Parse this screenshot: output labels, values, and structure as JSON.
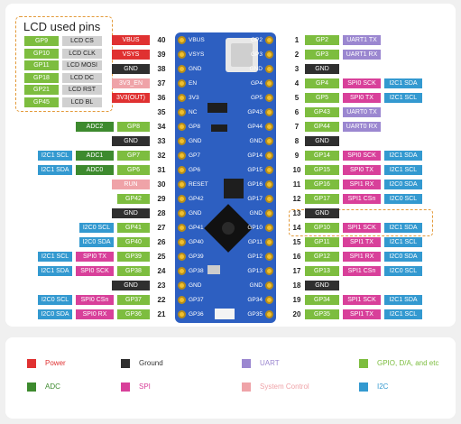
{
  "lcd_title": "LCD used pins",
  "lcd_pins": [
    {
      "gpio": "GP9",
      "func": "LCD CS"
    },
    {
      "gpio": "GP10",
      "func": "LCD CLK"
    },
    {
      "gpio": "GP11",
      "func": "LCD MOSI"
    },
    {
      "gpio": "GP18",
      "func": "LCD DC"
    },
    {
      "gpio": "GP21",
      "func": "LCD RST"
    },
    {
      "gpio": "GP45",
      "func": "LCD BL"
    }
  ],
  "left_pins": [
    {
      "num": "40",
      "name": "VBUS",
      "labels": [
        {
          "t": "VBUS",
          "c": "power"
        }
      ]
    },
    {
      "num": "39",
      "name": "VSYS",
      "labels": [
        {
          "t": "VSYS",
          "c": "power"
        }
      ]
    },
    {
      "num": "38",
      "name": "GND",
      "labels": [
        {
          "t": "GND",
          "c": "ground"
        }
      ]
    },
    {
      "num": "37",
      "name": "EN",
      "labels": [
        {
          "t": "3V3_EN",
          "c": "sys"
        }
      ]
    },
    {
      "num": "36",
      "name": "3V3",
      "labels": [
        {
          "t": "3V3(OUT)",
          "c": "power"
        }
      ]
    },
    {
      "num": "35",
      "name": "NC",
      "labels": []
    },
    {
      "num": "34",
      "name": "GP8",
      "labels": [
        {
          "t": "ADC2",
          "c": "adc"
        },
        {
          "t": "GP8",
          "c": "gpio"
        }
      ]
    },
    {
      "num": "33",
      "name": "GND",
      "labels": [
        {
          "t": "GND",
          "c": "ground"
        }
      ]
    },
    {
      "num": "32",
      "name": "GP7",
      "labels": [
        {
          "t": "I2C1 SCL",
          "c": "i2c"
        },
        {
          "t": "ADC1",
          "c": "adc"
        },
        {
          "t": "GP7",
          "c": "gpio"
        }
      ]
    },
    {
      "num": "31",
      "name": "GP6",
      "labels": [
        {
          "t": "I2C1 SDA",
          "c": "i2c"
        },
        {
          "t": "ADC0",
          "c": "adc"
        },
        {
          "t": "GP6",
          "c": "gpio"
        }
      ]
    },
    {
      "num": "30",
      "name": "RESET",
      "labels": [
        {
          "t": "RUN",
          "c": "sys"
        }
      ]
    },
    {
      "num": "29",
      "name": "GP42",
      "labels": [
        {
          "t": "GP42",
          "c": "gpio"
        }
      ]
    },
    {
      "num": "28",
      "name": "GND",
      "labels": [
        {
          "t": "GND",
          "c": "ground"
        }
      ]
    },
    {
      "num": "27",
      "name": "GP41",
      "labels": [
        {
          "t": "I2C0 SCL",
          "c": "i2c"
        },
        {
          "t": "GP41",
          "c": "gpio"
        }
      ]
    },
    {
      "num": "26",
      "name": "GP40",
      "labels": [
        {
          "t": "I2C0 SDA",
          "c": "i2c"
        },
        {
          "t": "GP40",
          "c": "gpio"
        }
      ]
    },
    {
      "num": "25",
      "name": "GP39",
      "labels": [
        {
          "t": "I2C1 SCL",
          "c": "i2c"
        },
        {
          "t": "SPI0 TX",
          "c": "spi"
        },
        {
          "t": "GP39",
          "c": "gpio"
        }
      ]
    },
    {
      "num": "24",
      "name": "GP38",
      "labels": [
        {
          "t": "I2C1 SDA",
          "c": "i2c"
        },
        {
          "t": "SPI0 SCK",
          "c": "spi"
        },
        {
          "t": "GP38",
          "c": "gpio"
        }
      ]
    },
    {
      "num": "23",
      "name": "GND",
      "labels": [
        {
          "t": "GND",
          "c": "ground"
        }
      ]
    },
    {
      "num": "22",
      "name": "GP37",
      "labels": [
        {
          "t": "I2C0 SCL",
          "c": "i2c"
        },
        {
          "t": "SPI0 CSn",
          "c": "spi"
        },
        {
          "t": "GP37",
          "c": "gpio"
        }
      ]
    },
    {
      "num": "21",
      "name": "GP36",
      "labels": [
        {
          "t": "I2C0 SDA",
          "c": "i2c"
        },
        {
          "t": "SPI0 RX",
          "c": "spi"
        },
        {
          "t": "GP36",
          "c": "gpio"
        }
      ]
    }
  ],
  "right_pins": [
    {
      "num": "1",
      "name": "GP2",
      "labels": [
        {
          "t": "GP2",
          "c": "gpio"
        },
        {
          "t": "UART1 TX",
          "c": "uart"
        }
      ]
    },
    {
      "num": "2",
      "name": "GP3",
      "labels": [
        {
          "t": "GP3",
          "c": "gpio"
        },
        {
          "t": "UART1 RX",
          "c": "uart"
        }
      ]
    },
    {
      "num": "3",
      "name": "GND",
      "labels": [
        {
          "t": "GND",
          "c": "ground"
        }
      ]
    },
    {
      "num": "4",
      "name": "GP4",
      "labels": [
        {
          "t": "GP4",
          "c": "gpio"
        },
        {
          "t": "SPI0 SCK",
          "c": "spi"
        },
        {
          "t": "I2C1 SDA",
          "c": "i2c"
        }
      ]
    },
    {
      "num": "5",
      "name": "GP5",
      "labels": [
        {
          "t": "GP5",
          "c": "gpio"
        },
        {
          "t": "SPI0 TX",
          "c": "spi"
        },
        {
          "t": "I2C1 SCL",
          "c": "i2c"
        }
      ]
    },
    {
      "num": "6",
      "name": "GP43",
      "labels": [
        {
          "t": "GP43",
          "c": "gpio"
        },
        {
          "t": "UART0 TX",
          "c": "uart"
        }
      ]
    },
    {
      "num": "7",
      "name": "GP44",
      "labels": [
        {
          "t": "GP44",
          "c": "gpio"
        },
        {
          "t": "UART0 RX",
          "c": "uart"
        }
      ]
    },
    {
      "num": "8",
      "name": "GND",
      "labels": [
        {
          "t": "GND",
          "c": "ground"
        }
      ]
    },
    {
      "num": "9",
      "name": "GP14",
      "labels": [
        {
          "t": "GP14",
          "c": "gpio"
        },
        {
          "t": "SPI0 SCK",
          "c": "spi"
        },
        {
          "t": "I2C1 SDA",
          "c": "i2c"
        }
      ]
    },
    {
      "num": "10",
      "name": "GP15",
      "labels": [
        {
          "t": "GP15",
          "c": "gpio"
        },
        {
          "t": "SPI0 TX",
          "c": "spi"
        },
        {
          "t": "I2C1 SCL",
          "c": "i2c"
        }
      ]
    },
    {
      "num": "11",
      "name": "GP16",
      "labels": [
        {
          "t": "GP16",
          "c": "gpio"
        },
        {
          "t": "SPI1 RX",
          "c": "spi"
        },
        {
          "t": "I2C0 SDA",
          "c": "i2c"
        }
      ]
    },
    {
      "num": "12",
      "name": "GP17",
      "labels": [
        {
          "t": "GP17",
          "c": "gpio"
        },
        {
          "t": "SPI1 CSn",
          "c": "spi"
        },
        {
          "t": "I2C0 SCL",
          "c": "i2c"
        }
      ]
    },
    {
      "num": "13",
      "name": "GND",
      "labels": [
        {
          "t": "GND",
          "c": "ground"
        }
      ]
    },
    {
      "num": "14",
      "name": "GP10",
      "labels": [
        {
          "t": "GP10",
          "c": "gpio"
        },
        {
          "t": "SPI1 SCK",
          "c": "spi"
        },
        {
          "t": "I2C1 SDA",
          "c": "i2c"
        }
      ]
    },
    {
      "num": "15",
      "name": "GP11",
      "labels": [
        {
          "t": "GP11",
          "c": "gpio"
        },
        {
          "t": "SPI1 TX",
          "c": "spi"
        },
        {
          "t": "I2C1 SCL",
          "c": "i2c"
        }
      ]
    },
    {
      "num": "16",
      "name": "GP12",
      "labels": [
        {
          "t": "GP12",
          "c": "gpio"
        },
        {
          "t": "SPI1 RX",
          "c": "spi"
        },
        {
          "t": "I2C0 SDA",
          "c": "i2c"
        }
      ]
    },
    {
      "num": "17",
      "name": "GP13",
      "labels": [
        {
          "t": "GP13",
          "c": "gpio"
        },
        {
          "t": "SPI1 CSn",
          "c": "spi"
        },
        {
          "t": "I2C0 SCL",
          "c": "i2c"
        }
      ]
    },
    {
      "num": "18",
      "name": "GND",
      "labels": [
        {
          "t": "GND",
          "c": "ground"
        }
      ]
    },
    {
      "num": "19",
      "name": "GP34",
      "labels": [
        {
          "t": "GP34",
          "c": "gpio"
        },
        {
          "t": "SPI1 SCK",
          "c": "spi"
        },
        {
          "t": "I2C1 SDA",
          "c": "i2c"
        }
      ]
    },
    {
      "num": "20",
      "name": "GP35",
      "labels": [
        {
          "t": "GP35",
          "c": "gpio"
        },
        {
          "t": "SPI1 TX",
          "c": "spi"
        },
        {
          "t": "I2C1 SCL",
          "c": "i2c"
        }
      ]
    }
  ],
  "legend": [
    {
      "key": "power",
      "label": "Power"
    },
    {
      "key": "ground",
      "label": "Ground"
    },
    {
      "key": "uart",
      "label": "UART"
    },
    {
      "key": "gpio",
      "label": "GPIO, D/A, and etc"
    },
    {
      "key": "adc",
      "label": "ADC"
    },
    {
      "key": "spi",
      "label": "SPI"
    },
    {
      "key": "sys",
      "label": "System Control"
    },
    {
      "key": "i2c",
      "label": "I2C"
    }
  ],
  "colors": {
    "power": "#e03131",
    "ground": "#2f2f2f",
    "uart": "#9b87d0",
    "gpio": "#7dbd3f",
    "adc": "#3d8a2e",
    "spi": "#d8409a",
    "sys": "#efa3a8",
    "i2c": "#3399d0",
    "lcd_func": "#d0d0d0",
    "board": "#2d5fc1"
  }
}
